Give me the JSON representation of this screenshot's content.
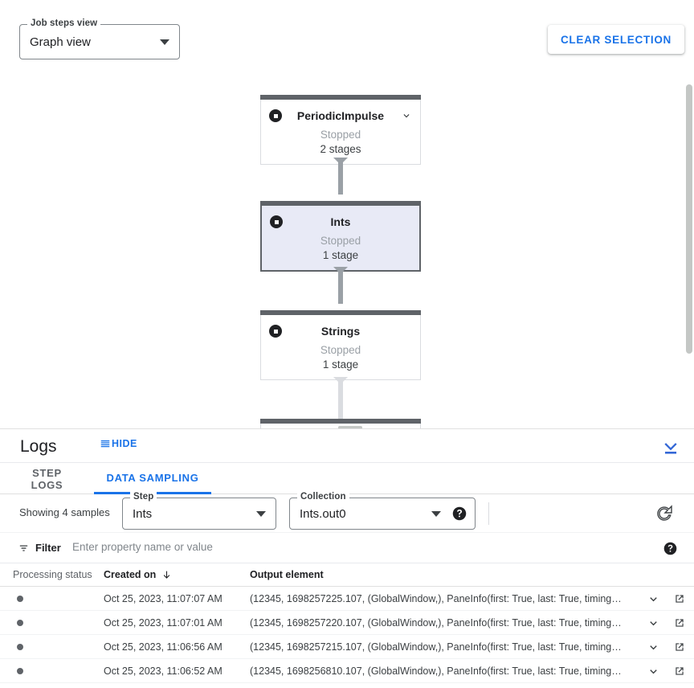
{
  "graph": {
    "view_select": {
      "label": "Job steps view",
      "value": "Graph view"
    },
    "clear_selection_label": "CLEAR SELECTION",
    "nodes": [
      {
        "title": "PeriodicImpulse",
        "status": "Stopped",
        "stages": "2 stages",
        "selected": false,
        "has_chevron": true
      },
      {
        "title": "Ints",
        "status": "Stopped",
        "stages": "1 stage",
        "selected": true,
        "has_chevron": false
      },
      {
        "title": "Strings",
        "status": "Stopped",
        "stages": "1 stage",
        "selected": false,
        "has_chevron": false
      }
    ]
  },
  "logs": {
    "title": "Logs",
    "hide_label": "HIDE",
    "tabs": [
      {
        "label": "STEP LOGS",
        "active": false
      },
      {
        "label": "DATA SAMPLING",
        "active": true
      }
    ],
    "controls": {
      "showing": "Showing 4 samples",
      "step_select": {
        "label": "Step",
        "value": "Ints"
      },
      "collection_select": {
        "label": "Collection",
        "value": "Ints.out0"
      }
    },
    "filter": {
      "label": "Filter",
      "placeholder": "Enter property name or value",
      "value": ""
    },
    "table": {
      "columns": [
        "Processing status",
        "Created on",
        "Output element"
      ],
      "sorted_column": "Created on",
      "sort_direction": "desc",
      "rows": [
        {
          "status": "dot",
          "created_on": "Oct 25, 2023, 11:07:07 AM",
          "output_element": "(12345, 1698257225.107, (GlobalWindow,), PaneInfo(first: True, last: True, timing…"
        },
        {
          "status": "dot",
          "created_on": "Oct 25, 2023, 11:07:01 AM",
          "output_element": "(12345, 1698257220.107, (GlobalWindow,), PaneInfo(first: True, last: True, timing…"
        },
        {
          "status": "dot",
          "created_on": "Oct 25, 2023, 11:06:56 AM",
          "output_element": "(12345, 1698257215.107, (GlobalWindow,), PaneInfo(first: True, last: True, timing…"
        },
        {
          "status": "dot",
          "created_on": "Oct 25, 2023, 11:06:52 AM",
          "output_element": "(12345, 1698256810.107, (GlobalWindow,), PaneInfo(first: True, last: True, timing…"
        }
      ]
    }
  },
  "colors": {
    "accent_blue": "#1a73e8",
    "node_header": "#5f6368",
    "selected_node_fill": "#e8eaf6",
    "muted_text": "#9aa0a6"
  }
}
